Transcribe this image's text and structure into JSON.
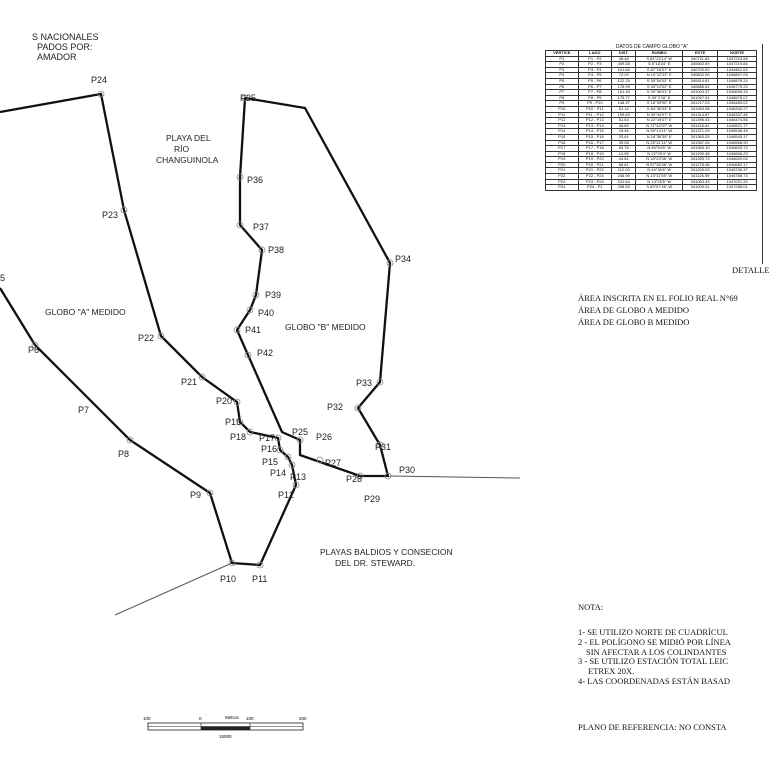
{
  "header_fragment": [
    "S NACIONALES",
    "PADOS POR:",
    "AMADOR"
  ],
  "area_labels": {
    "playa_del": "PLAYA DEL",
    "rio": "RÍO",
    "changuinola": "CHANGUINOLA",
    "globo_a": "GLOBO \"A\" MEDIDO",
    "globo_b": "GLOBO \"B\" MEDIDO",
    "playas_baldios": "PLAYAS BALDIOS Y CONSECION",
    "del_dr": "DEL DR. STEWARD."
  },
  "points": [
    {
      "id": "P6",
      "label": "P6"
    },
    {
      "id": "P7",
      "label": "P7"
    },
    {
      "id": "P8",
      "label": "P8"
    },
    {
      "id": "P9",
      "label": "P9"
    },
    {
      "id": "P10",
      "label": "P10"
    },
    {
      "id": "P11",
      "label": "P11"
    },
    {
      "id": "P12",
      "label": "P12"
    },
    {
      "id": "P13",
      "label": "P13"
    },
    {
      "id": "P14",
      "label": "P14"
    },
    {
      "id": "P15",
      "label": "P15"
    },
    {
      "id": "P16",
      "label": "P16"
    },
    {
      "id": "P17",
      "label": "P17"
    },
    {
      "id": "P18",
      "label": "P18"
    },
    {
      "id": "P19",
      "label": "P19"
    },
    {
      "id": "P20",
      "label": "P20"
    },
    {
      "id": "P21",
      "label": "P21"
    },
    {
      "id": "P22",
      "label": "P22"
    },
    {
      "id": "P23",
      "label": "P23"
    },
    {
      "id": "P24",
      "label": "P24"
    },
    {
      "id": "P25",
      "label": "P25"
    },
    {
      "id": "P26",
      "label": "P26"
    },
    {
      "id": "P27",
      "label": "P27"
    },
    {
      "id": "P28",
      "label": "P28"
    },
    {
      "id": "P29",
      "label": "P29"
    },
    {
      "id": "P30",
      "label": "P30"
    },
    {
      "id": "P31",
      "label": "P31"
    },
    {
      "id": "P32",
      "label": "P32"
    },
    {
      "id": "P33",
      "label": "P33"
    },
    {
      "id": "P34",
      "label": "P34"
    },
    {
      "id": "P35",
      "label": "P35"
    },
    {
      "id": "P36",
      "label": "P36"
    },
    {
      "id": "P37",
      "label": "P37"
    },
    {
      "id": "P38",
      "label": "P38"
    },
    {
      "id": "P39",
      "label": "P39"
    },
    {
      "id": "P40",
      "label": "P40"
    },
    {
      "id": "P41",
      "label": "P41"
    },
    {
      "id": "P42",
      "label": "P42"
    }
  ],
  "fragment_label_5": "5",
  "table": {
    "title": "DATOS DE CAMPO GLOBO \"A\"",
    "headers": [
      "VERTICE",
      "LADO",
      "DIST.",
      "RUMBO",
      "ESTE",
      "NORTE"
    ],
    "rows": [
      [
        "P1",
        "P1 - P2",
        "48.48",
        "S 84°23'14\" W",
        "340711.83",
        "1047224.58"
      ],
      [
        "P2",
        "P2 - P3",
        "409.58",
        "S 5°18'24\" E",
        "340663.59",
        "1047219.84"
      ],
      [
        "P3",
        "P3 - P4",
        "101.60",
        "S 87°16'07\" E",
        "340700.52",
        "1046811.03"
      ],
      [
        "P4",
        "P4 - P5",
        "72.29",
        "N 10°12'23\" E",
        "340802.00",
        "1046807.09"
      ],
      [
        "P5",
        "P5 - P6",
        "122.25",
        "S 35°54'02\" E",
        "340814.81",
        "1046878.24"
      ],
      [
        "P6",
        "P6 - P7",
        "176.99",
        "S 43°12'02\" E",
        "340886.52",
        "1046779.23"
      ],
      [
        "P7",
        "P7 - P8",
        "101.49",
        "S 39°36'01\" E",
        "341003.37",
        "1046695.33"
      ],
      [
        "P8",
        "P8 - P9",
        "175.77",
        "S 39°2'16\" E",
        "341067.91",
        "1046576.07"
      ],
      [
        "P9",
        "P9 - P10",
        "148.37",
        "S 18°39'00\" E",
        "341217.03",
        "1046483.02"
      ],
      [
        "P10",
        "P10 - P11",
        "51.12",
        "S 84°36'03\" E",
        "341263.98",
        "1046342.27"
      ],
      [
        "P11",
        "P11 - P12",
        "159.63",
        "N 30°44'07\" E",
        "341314.87",
        "1046337.45"
      ],
      [
        "P12",
        "P12 - P13",
        "51.63",
        "N 22°19'07\" E",
        "341396.43",
        "1046474.56"
      ],
      [
        "P13",
        "P13 - P14",
        "46.89",
        "N 71°42'07\" W",
        "341416.81",
        "1046521.77"
      ],
      [
        "P14",
        "P14 - P15",
        "18.46",
        "N 59°14'11\" W",
        "341371.29",
        "1046536.48"
      ],
      [
        "P15",
        "P15 - P16",
        "25.61",
        "N 18°36'35\" E",
        "341363.25",
        "1046543.17"
      ],
      [
        "P16",
        "P16 - P17",
        "39.08",
        "N 25°41'11\" W",
        "341367.04",
        "1046568.90"
      ],
      [
        "P17",
        "P17 - P18",
        "59.78",
        "N 89°54'6\" W",
        "341350.10",
        "1046603.72"
      ],
      [
        "P18",
        "P18 - P19",
        "14.95",
        "N 22°29'4\" W",
        "341290.46",
        "1046606.23"
      ],
      [
        "P19",
        "P19 - P20",
        "44.81",
        "N 16°23'36\" W",
        "341283.73",
        "1046620.04"
      ],
      [
        "P20",
        "P20 - P21",
        "86.61",
        "N 57°36'36\" W",
        "341278.48",
        "1046662.17"
      ],
      [
        "P21",
        "P21 - P22",
        "112.93",
        "N 44°36'6\" W",
        "341205.03",
        "1046706.37"
      ],
      [
        "P22",
        "P22 - P23",
        "246.90",
        "N 15°11'59\" W",
        "341126.59",
        "1046788.73"
      ],
      [
        "P23",
        "P23 - P24",
        "241.64",
        "N 13°26'6\" W",
        "341063.43",
        "1047021.20"
      ],
      [
        "P24",
        "P24 - P1",
        "298.83",
        "S 83°57'46\" W",
        "341009.01",
        "1047256.01"
      ]
    ]
  },
  "detail_fragment": "DETALLE",
  "area_lines": [
    "ÁREA INSCRITA EN EL FOLIO REAL N°69",
    "ÁREA DE GLOBO A  MEDIDO",
    "ÁREA DE GLOBO B  MEDIDO"
  ],
  "notes": {
    "title": "NOTA:",
    "items": [
      "1- SE UTILIZO NORTE DE CUADRÍCUL",
      "2 - EL POLÍGONO SE MIDIÓ POR LÍNEA",
      "  SIN AFECTAR A LOS COLINDANTES",
      "3 - SE UTILIZO ESTACIÓN TOTAL LEIC",
      "   ETREX 20X.",
      "4- LAS COORDENADAS ESTÁN BASAD"
    ]
  },
  "reference_plane": "PLANO DE REFERENCIA:  NO CONSTA",
  "scale_bar": {
    "ticks": [
      "100",
      "0",
      "100",
      "200"
    ],
    "unit": "Metros",
    "ratio": "15000"
  }
}
